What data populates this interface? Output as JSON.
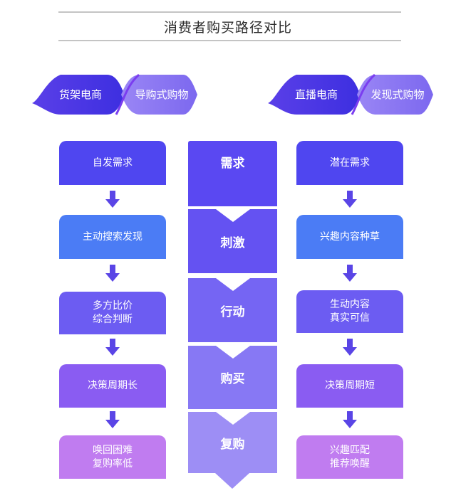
{
  "title": "消费者购买路径对比",
  "left_header": {
    "primary": "货架电商",
    "secondary": "导购式购物"
  },
  "right_header": {
    "primary": "直播电商",
    "secondary": "发现式购物"
  },
  "center_stages": [
    "需求",
    "刺激",
    "行动",
    "购买",
    "复购"
  ],
  "left_steps": [
    "自发需求",
    "主动搜索发现",
    "多方比价\n综合判断",
    "决策周期长",
    "唤回困难\n复购率低"
  ],
  "right_steps": [
    "潜在需求",
    "兴趣内容种草",
    "生动内容\n真实可信",
    "决策周期短",
    "兴趣匹配\n推荐唤醒"
  ],
  "colors": {
    "deep_blue": "#4f46f0",
    "blue": "#4b7cf5",
    "violet": "#6c5cf2",
    "purple": "#8a5cf2",
    "pink_purple": "#c07cf0",
    "arrow": "#5a45e6",
    "center": [
      "#5a48f2",
      "#6452f2",
      "#7565f3",
      "#8778f4",
      "#9d8ef5"
    ]
  }
}
